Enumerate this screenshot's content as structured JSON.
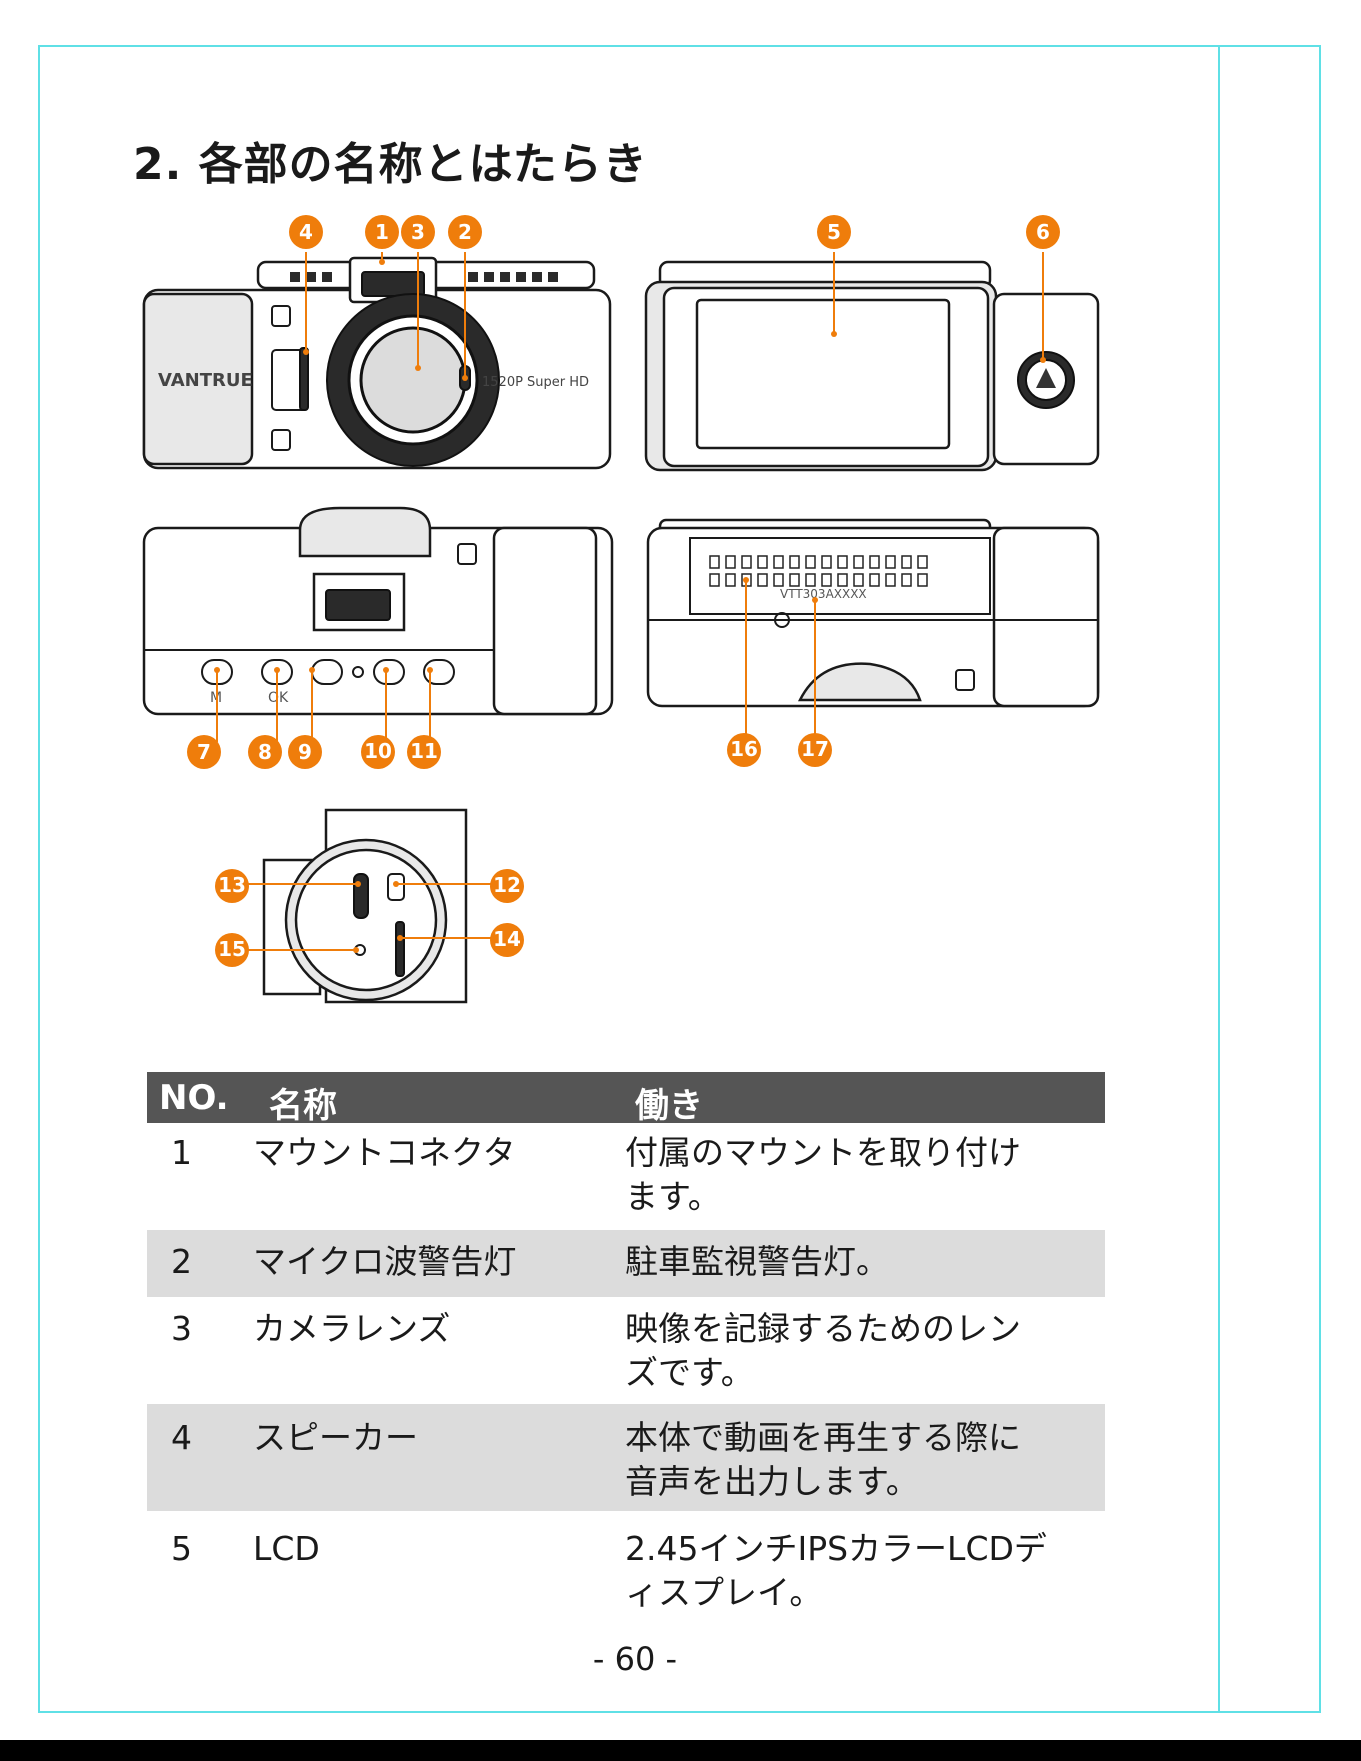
{
  "title": "2. 各部の名称とはたらき",
  "callout_numbers": [
    "1",
    "2",
    "3",
    "4",
    "5",
    "6",
    "7",
    "8",
    "9",
    "10",
    "11",
    "12",
    "13",
    "14",
    "15",
    "16",
    "17"
  ],
  "device_labels": {
    "brand": "VANTRUE",
    "resolution": "1520P Super HD",
    "serial": "VTT303AXXXX",
    "button_m": "M",
    "button_ok": "OK"
  },
  "table": {
    "headers": [
      "NO.",
      "名称",
      "働き"
    ],
    "rows": [
      {
        "no": "1",
        "name": "マウントコネクタ",
        "function_line1": "付属のマウントを取り付け",
        "function_line2": "ます。"
      },
      {
        "no": "2",
        "name": "マイクロ波警告灯",
        "function_line1": "駐車監視警告灯。",
        "function_line2": ""
      },
      {
        "no": "3",
        "name": "カメラレンズ",
        "function_line1": "映像を記録するためのレン",
        "function_line2": "ズです。"
      },
      {
        "no": "4",
        "name": "スピーカー",
        "function_line1": "本体で動画を再生する際に",
        "function_line2": "音声を出力します。"
      },
      {
        "no": "5",
        "name": "LCD",
        "function_line1": "2.45インチIPSカラーLCDデ",
        "function_line2": "ィスプレイ。"
      }
    ]
  },
  "page_number": "- 60 -"
}
